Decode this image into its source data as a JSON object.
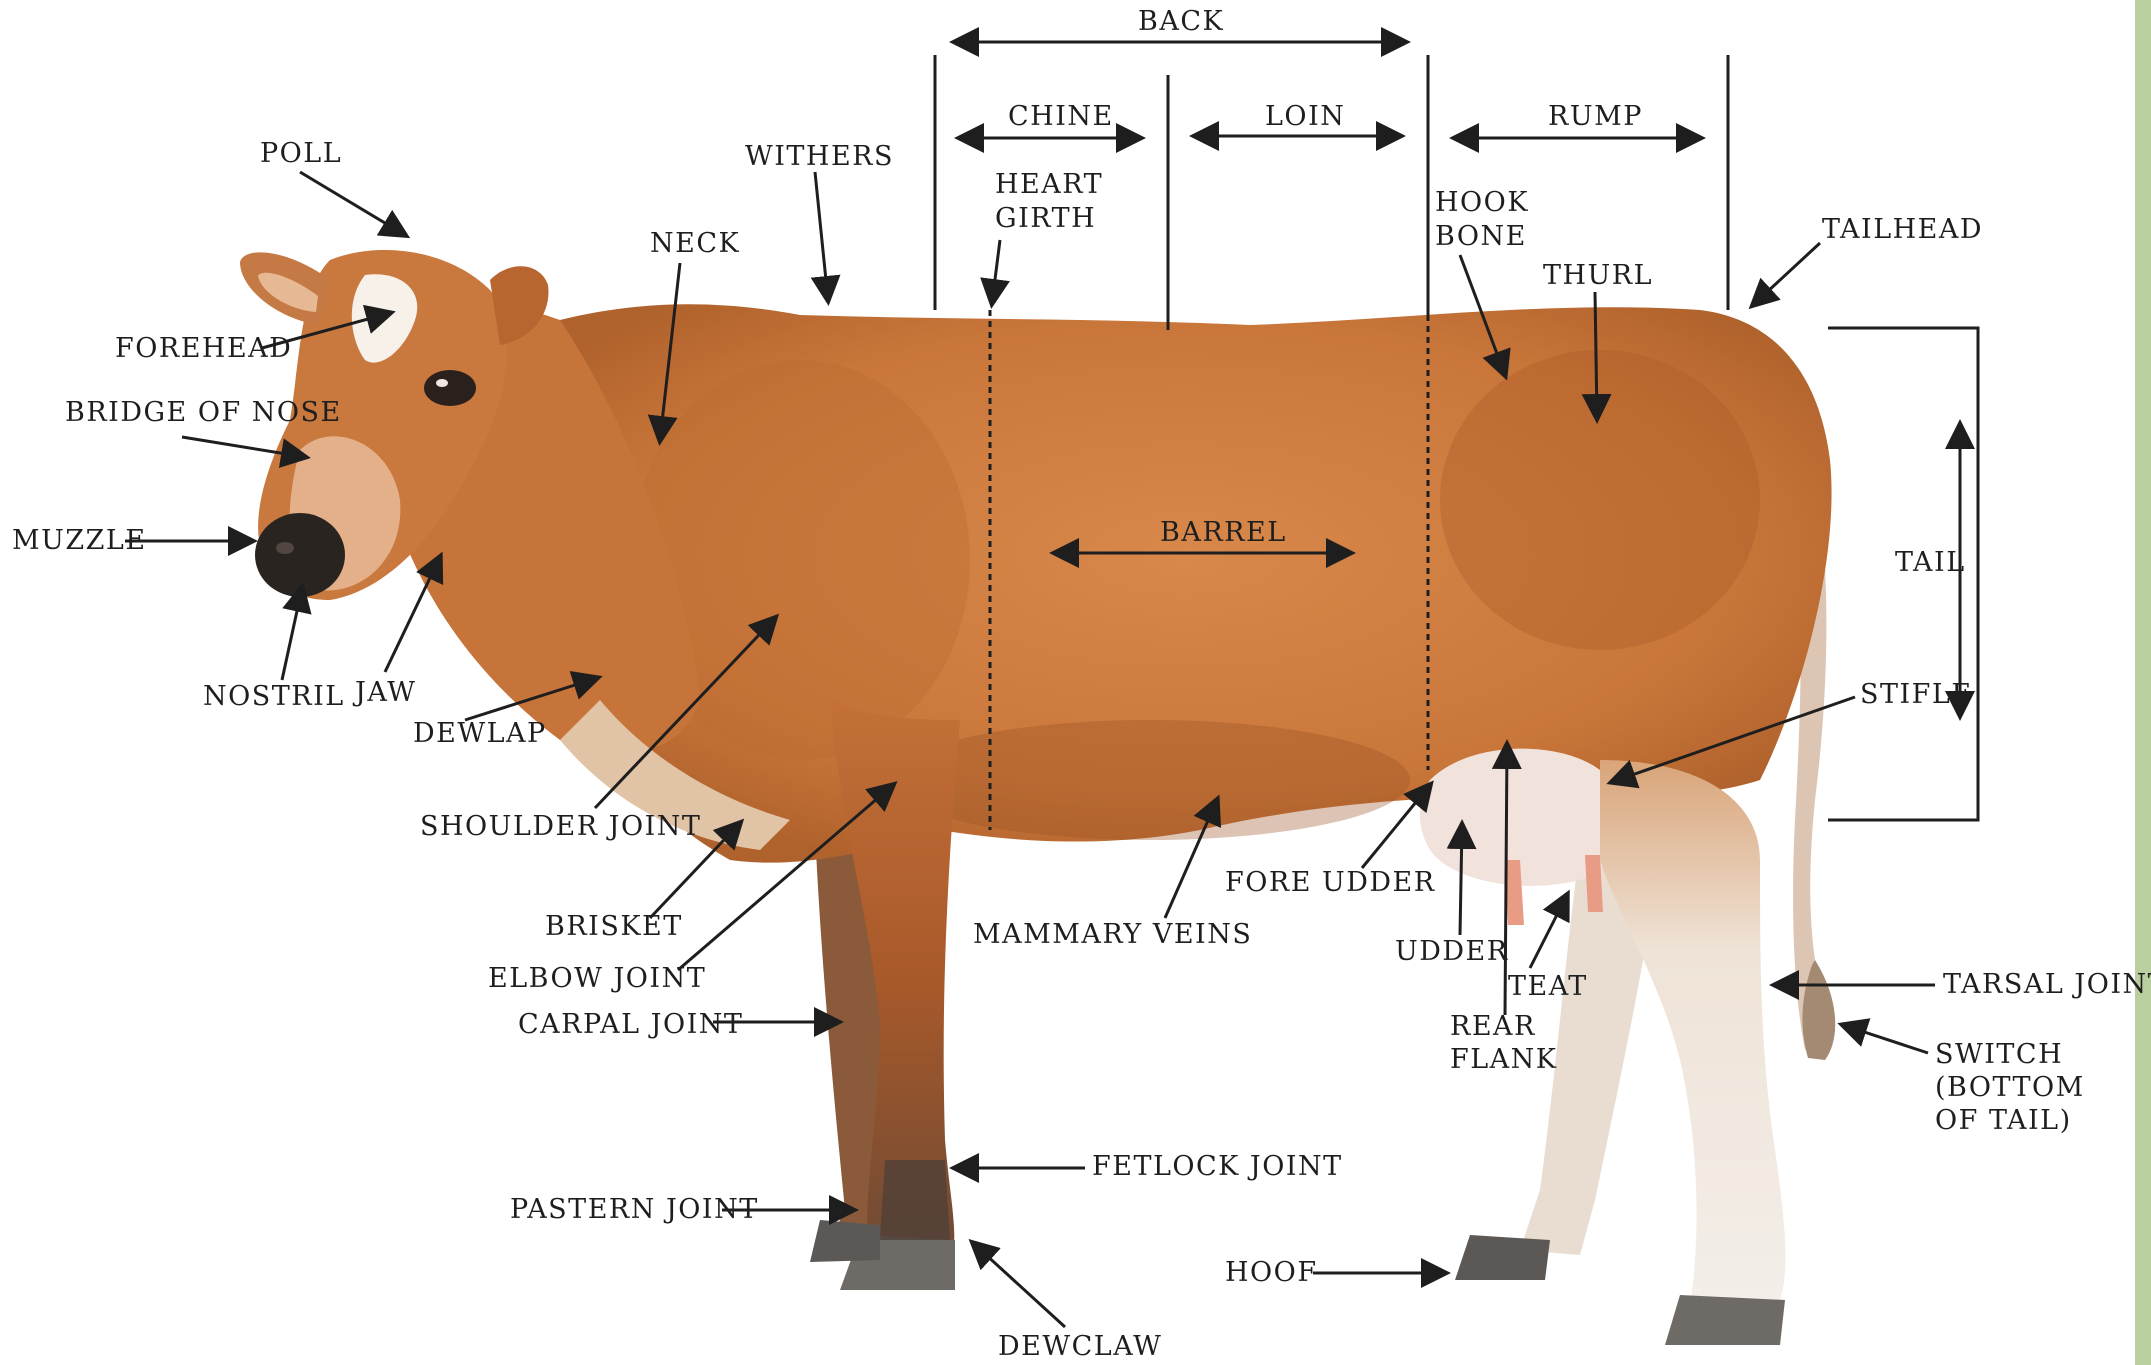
{
  "labels": {
    "back": "BACK",
    "chine": "CHINE",
    "loin": "LOIN",
    "rump": "RUMP",
    "poll": "POLL",
    "withers": "WITHERS",
    "heart_girth_1": "HEART",
    "heart_girth_2": "GIRTH",
    "hook_bone_1": "HOOK",
    "hook_bone_2": "BONE",
    "tailhead": "TAILHEAD",
    "neck": "NECK",
    "thurl": "THURL",
    "forehead": "FOREHEAD",
    "bridge_of_nose": "BRIDGE OF NOSE",
    "muzzle": "MUZZLE",
    "barrel": "BARREL",
    "tail": "TAIL",
    "nostril": "NOSTRIL",
    "jaw": "JAW",
    "dewlap": "DEWLAP",
    "stifle": "STIFLE",
    "shoulder_joint": "SHOULDER JOINT",
    "fore_udder": "FORE UDDER",
    "brisket": "BRISKET",
    "mammary_veins": "MAMMARY VEINS",
    "udder": "UDDER",
    "elbow_joint": "ELBOW JOINT",
    "teat": "TEAT",
    "tarsal_joint": "TARSAL JOINT",
    "carpal_joint": "CARPAL JOINT",
    "rear_flank_1": "REAR",
    "rear_flank_2": "FLANK",
    "switch_1": "SWITCH",
    "switch_2": "(BOTTOM",
    "switch_3": "OF TAIL)",
    "fetlock_joint": "FETLOCK JOINT",
    "pastern_joint": "PASTERN JOINT",
    "hoof": "HOOF",
    "dewclaw": "DEWCLAW"
  },
  "colors": {
    "coat": "#c9763a",
    "coat_dark": "#a85a26",
    "coat_light": "#e0a56c",
    "udder": "#f2e2dc",
    "teat": "#e89c86",
    "legs_white": "#f1ece6",
    "hoof": "#6e6a66",
    "nose": "#2a2421",
    "ink": "#1e1e1e"
  }
}
